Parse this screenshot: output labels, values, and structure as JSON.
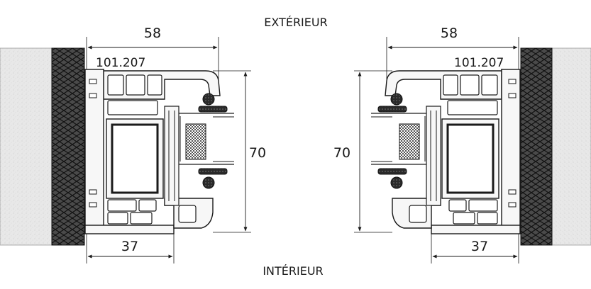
{
  "labels": {
    "exterior": "EXTÉRIEUR",
    "interior": "INTÉRIEUR"
  },
  "left_section": {
    "profile_code": "101.207",
    "width_top": "58",
    "height": "70",
    "width_bottom": "37"
  },
  "right_section": {
    "profile_code": "101.207",
    "width_top": "58",
    "height": "70",
    "width_bottom": "37"
  },
  "colors": {
    "line": "#1a1a1a",
    "wall": "#e6e6e6",
    "profile_fill": "#f7f7f7",
    "insulation": "#3a3a3a",
    "gasket": "#2a2a2a"
  }
}
